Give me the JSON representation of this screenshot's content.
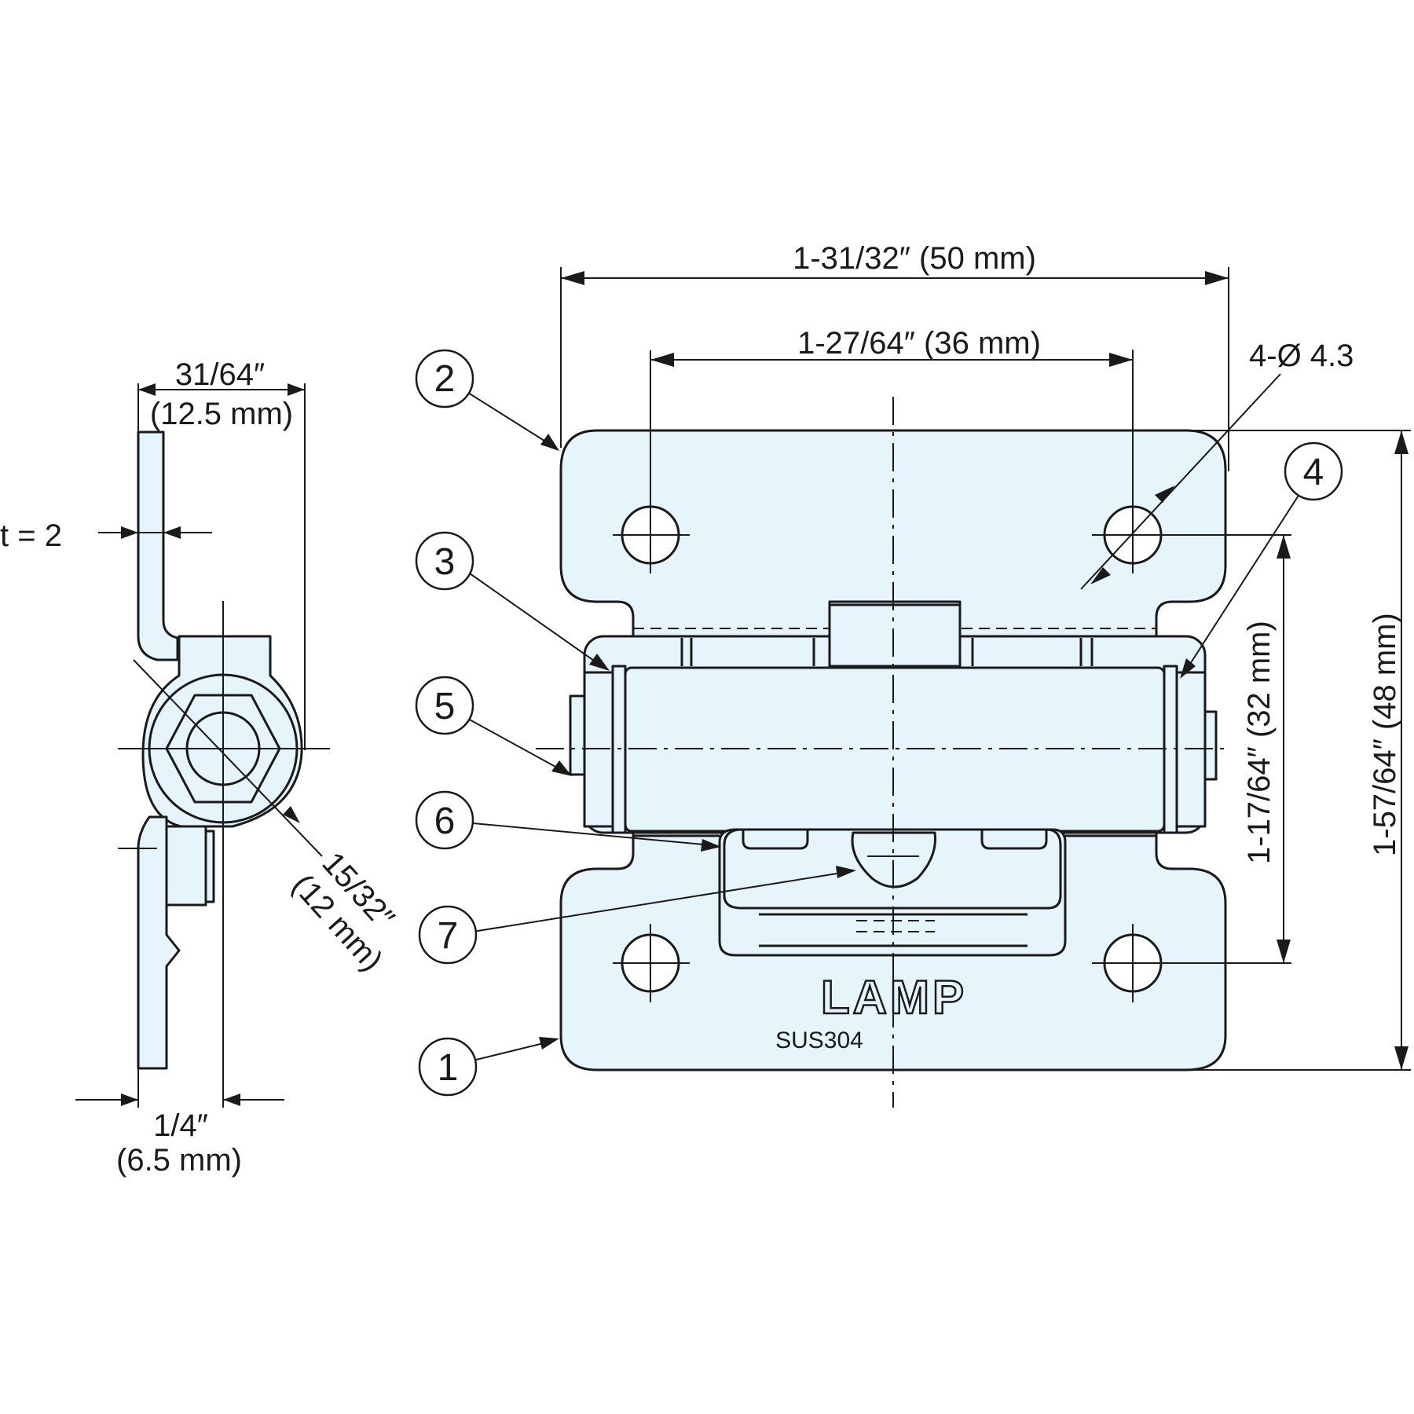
{
  "dimensions": {
    "overall_width": "1-31/32″ (50 mm)",
    "hole_spacing": "1-27/64″ (36 mm)",
    "hole_spec": "4-Ø 4.3",
    "vertical_hole_spacing": "1-17/64″ (32 mm)",
    "overall_height": "1-57/64″ (48 mm)",
    "side_width_in": "31/64″",
    "side_width_mm": "(12.5 mm)",
    "thickness": "t = 2",
    "knuckle_dia_in": "15/32″",
    "knuckle_dia_mm": "(12 mm)",
    "offset_in": "1/4″",
    "offset_mm": "(6.5 mm)"
  },
  "markings": {
    "brand": "LAMP",
    "material": "SUS304"
  },
  "callouts": [
    "1",
    "2",
    "3",
    "4",
    "5",
    "6",
    "7"
  ]
}
